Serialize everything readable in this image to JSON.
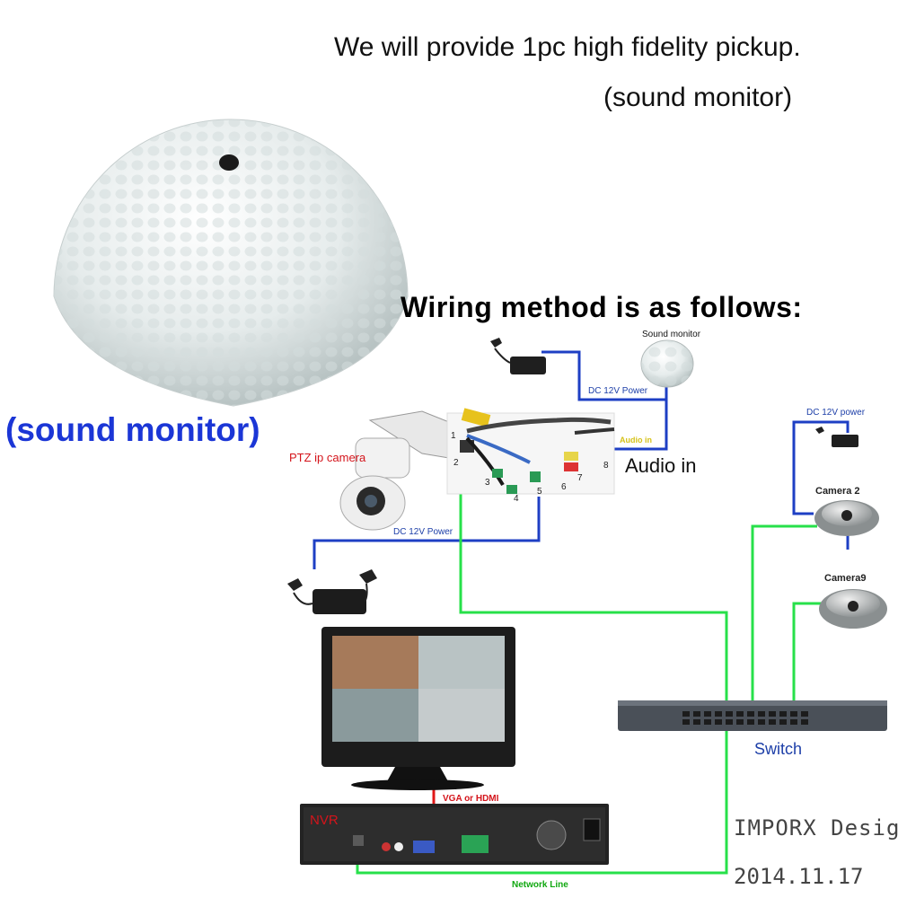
{
  "header": {
    "line1": "We will provide 1pc high fidelity pickup.",
    "line2": "(sound monitor)"
  },
  "wiring_heading": "Wiring method is as follows:",
  "product_label": "(sound monitor)",
  "diagram": {
    "sound_monitor_label": "Sound monitor",
    "dc_power_top": "DC 12V Power",
    "dc_power_mid": "DC 12V Power",
    "dc_power_right": "DC 12V power",
    "ptz_label": "PTZ ip camera",
    "audio_in_small": "Audio in",
    "audio_in_big": "Audio in",
    "camera2": "Camera 2",
    "camera9": "Camera9",
    "switch": "Switch",
    "vga": "VGA or HDMI",
    "nvr": "NVR",
    "network_line": "Network Line",
    "designer": "IMPORX Design",
    "date": "2014.11.17",
    "numbers": [
      "1",
      "2",
      "3",
      "4",
      "5",
      "6",
      "7",
      "8"
    ]
  },
  "colors": {
    "power_wire": "#1e3fc4",
    "network_wire": "#27e04a",
    "vga_wire": "#e01818",
    "label_blue": "#1b36d6"
  }
}
